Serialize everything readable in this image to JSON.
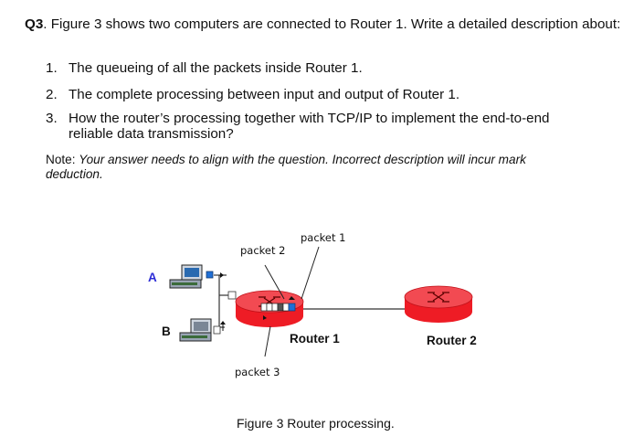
{
  "question": {
    "number": "Q3",
    "text": ". Figure 3 shows two computers are connected to Router 1. Write a detailed description about:"
  },
  "items": [
    {
      "num": "1.",
      "text": "The queueing of all the packets inside Router 1."
    },
    {
      "num": "2.",
      "text": "The complete processing between input and output of Router 1."
    },
    {
      "num": "3.",
      "text": "How the router’s processing together with TCP/IP to implement the end-to-end reliable data transmission?"
    }
  ],
  "note": {
    "prefix": "Note: ",
    "text": "Your answer needs to align with the question. Incorrect description will incur mark deduction."
  },
  "figure": {
    "host_a": "A",
    "host_b": "B",
    "packet1": "packet 1",
    "packet2": "packet 2",
    "packet3": "packet 3",
    "router1": "Router 1",
    "router2": "Router 2",
    "caption": "Figure 3 Router processing.",
    "colors": {
      "router": "#ee1c25",
      "queue_blue": "#1f6fd6",
      "link": "#333333",
      "label_a": "#2b2bd6"
    }
  }
}
